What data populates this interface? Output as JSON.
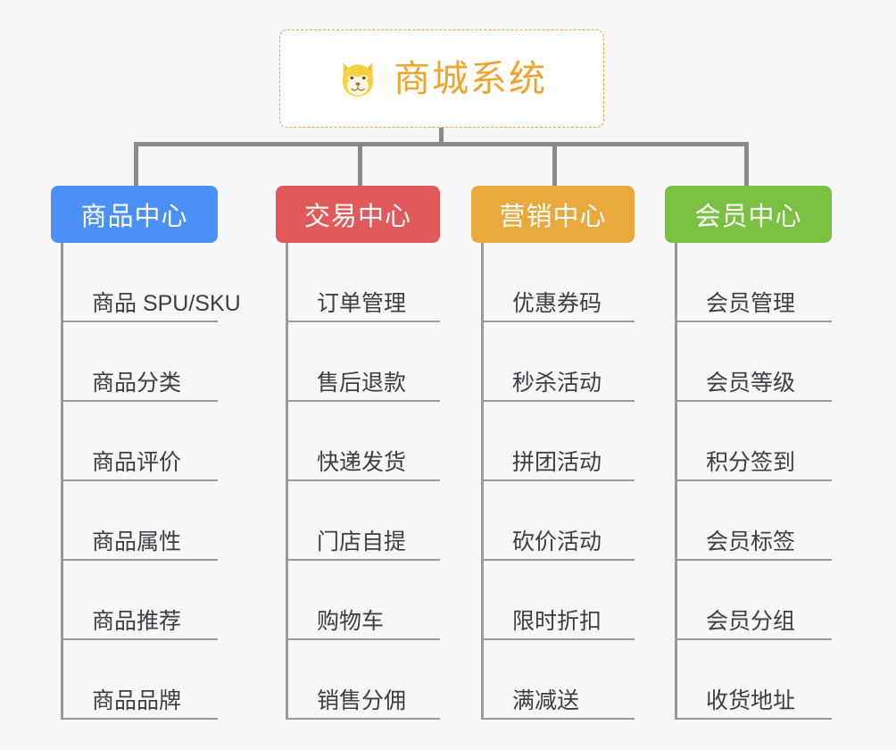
{
  "root": {
    "title": "商城系统",
    "icon": "shiba-dog-face-icon",
    "text_color": "#eda52e",
    "border_color": "#e8a33d",
    "background": "#ffffff"
  },
  "canvas": {
    "background": "#f7f7f7",
    "connector_color": "#8a8a8a"
  },
  "columns": [
    {
      "name": "product-center",
      "label": "商品中心",
      "color": "#4a90f5",
      "items": [
        {
          "label": "商品 SPU/SKU"
        },
        {
          "label": "商品分类"
        },
        {
          "label": "商品评价"
        },
        {
          "label": "商品属性"
        },
        {
          "label": "商品推荐"
        },
        {
          "label": "商品品牌"
        }
      ]
    },
    {
      "name": "trade-center",
      "label": "交易中心",
      "color": "#e05a5a",
      "items": [
        {
          "label": "订单管理"
        },
        {
          "label": "售后退款"
        },
        {
          "label": "快递发货"
        },
        {
          "label": "门店自提"
        },
        {
          "label": "购物车"
        },
        {
          "label": "销售分佣"
        }
      ]
    },
    {
      "name": "marketing-center",
      "label": "营销中心",
      "color": "#e9a93c",
      "items": [
        {
          "label": "优惠券码"
        },
        {
          "label": "秒杀活动"
        },
        {
          "label": "拼团活动"
        },
        {
          "label": "砍价活动"
        },
        {
          "label": "限时折扣"
        },
        {
          "label": "满减送"
        }
      ]
    },
    {
      "name": "member-center",
      "label": "会员中心",
      "color": "#7ac143",
      "items": [
        {
          "label": "会员管理"
        },
        {
          "label": "会员等级"
        },
        {
          "label": "积分签到"
        },
        {
          "label": "会员标签"
        },
        {
          "label": "会员分组"
        },
        {
          "label": "收货地址"
        }
      ]
    }
  ]
}
